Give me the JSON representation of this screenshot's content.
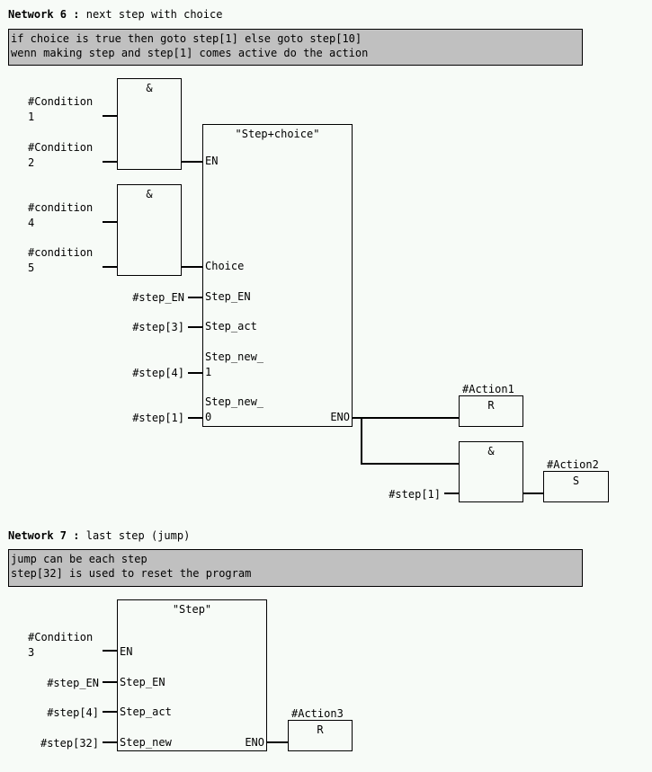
{
  "network6": {
    "label": "Network 6",
    "title": "next step with choice",
    "comment_line1": "if choice is true then goto step[1] else goto step[10]",
    "comment_line2": "wenn making step and step[1] comes active do the action",
    "and1": {
      "symbol": "&",
      "in1_line1": "#Condition",
      "in1_line2": "1",
      "in2_line1": "#Condition",
      "in2_line2": "2"
    },
    "and2": {
      "symbol": "&",
      "in1_line1": "#condition",
      "in1_line2": "4",
      "in2_line1": "#condition",
      "in2_line2": "5"
    },
    "fb": {
      "name": "\"Step+choice\"",
      "pin_en": "EN",
      "pin_choice": "Choice",
      "pin_step_en": "Step_EN",
      "pin_step_act": "Step_act",
      "pin_new1_line1": "Step_new_",
      "pin_new1_line2": "1",
      "pin_new0_line1": "Step_new_",
      "pin_new0_line2": "0",
      "pin_eno": "ENO",
      "in_step_en": "#step_EN",
      "in_step_act": "#step[3]",
      "in_new1": "#step[4]",
      "in_new0": "#step[1]"
    },
    "coil1": {
      "name": "#Action1",
      "symbol": "R"
    },
    "and3": {
      "symbol": "&",
      "in2": "#step[1]"
    },
    "coil2": {
      "name": "#Action2",
      "symbol": "S"
    }
  },
  "network7": {
    "label": "Network 7",
    "title": "last step (jump)",
    "comment_line1": "jump can be each step",
    "comment_line2": "step[32] is used to reset the program",
    "fb": {
      "name": "\"Step\"",
      "pin_en": "EN",
      "pin_step_en": "Step_EN",
      "pin_step_act": "Step_act",
      "pin_step_new": "Step_new",
      "pin_eno": "ENO",
      "in_en_line1": "#Condition",
      "in_en_line2": "3",
      "in_step_en": "#step_EN",
      "in_step_act": "#step[4]",
      "in_step_new": "#step[32]"
    },
    "coil3": {
      "name": "#Action3",
      "symbol": "R"
    }
  }
}
